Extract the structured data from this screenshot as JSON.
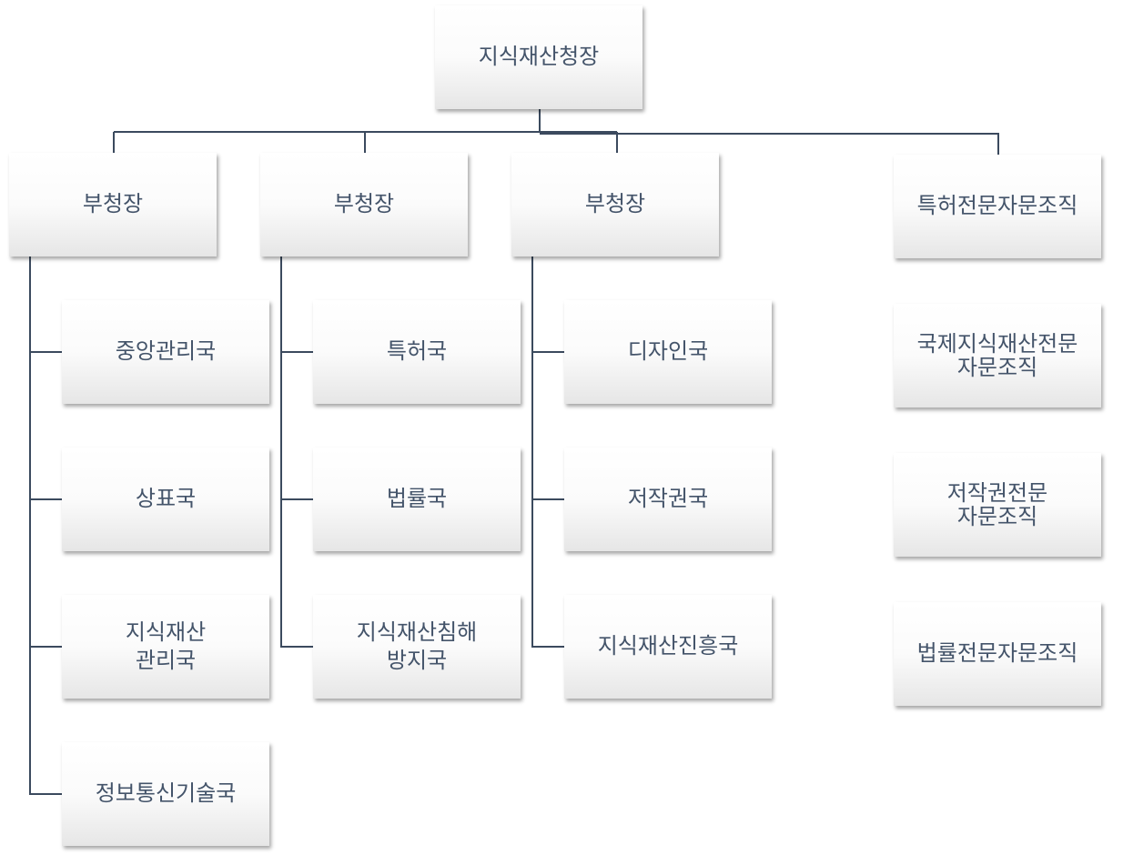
{
  "root": "지식재산청장",
  "deputies": [
    "부청장",
    "부청장",
    "부청장"
  ],
  "advisory_top": "특허전문자문조직",
  "groups": [
    [
      "중앙관리국",
      "상표국",
      "지식재산\n관리국",
      "정보통신기술국"
    ],
    [
      "특허국",
      "법률국",
      "지식재산침해\n방지국"
    ],
    [
      "디자인국",
      "저작권국",
      "지식재산진흥국"
    ]
  ],
  "advisory": [
    "국제지식재산전문\n자문조직",
    "저작권전문\n자문조직",
    "법률전문자문조직"
  ],
  "colors": {
    "line": "#3b4a5e",
    "text": "#44546a"
  }
}
